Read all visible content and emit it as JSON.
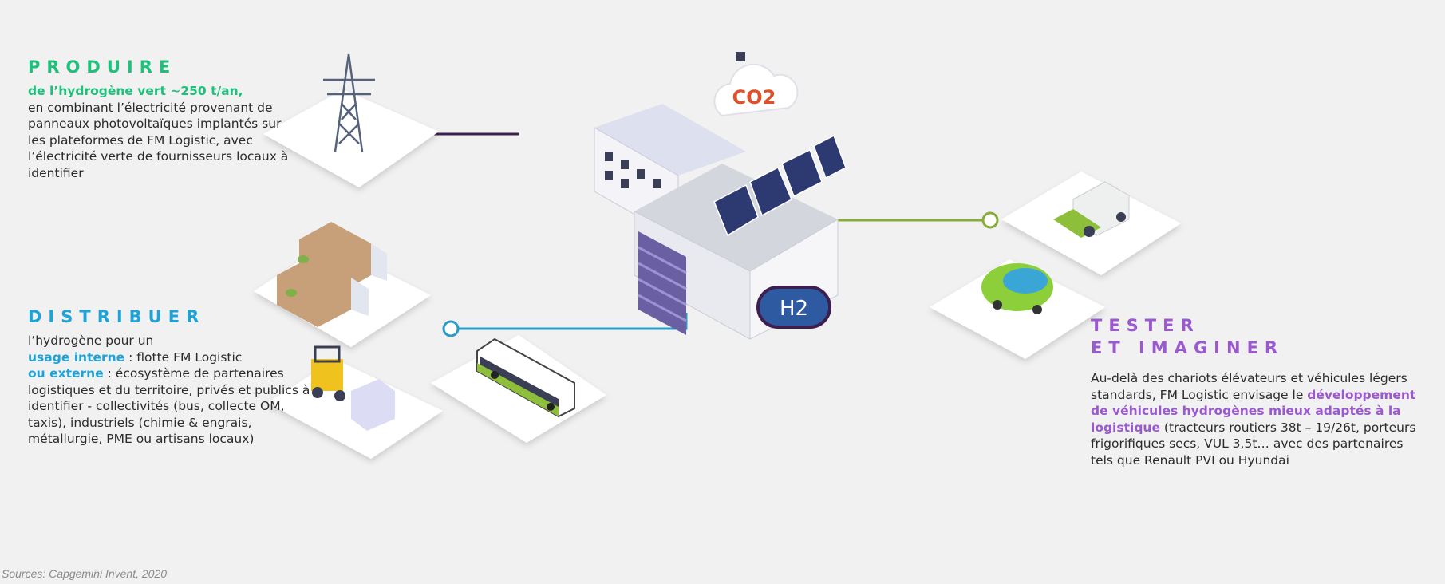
{
  "produire": {
    "heading": "PRODUIRE",
    "highlight": "de l’hydrogène vert ~250 t/an,",
    "body": "en combinant l’électricité provenant de panneaux photovoltaïques implantés sur les plateformes de FM Logistic, avec l’électricité verte de fournisseurs locaux à identifier"
  },
  "distribuer": {
    "heading": "DISTRIBUER",
    "intro": "l’hydrogène pour un",
    "highlight1": "usage interne",
    "text1": " : flotte FM Logistic",
    "highlight2": "ou externe",
    "text2": " : écosystème de partenaires logistiques et du territoire, privés et publics à identifier - collectivités (bus, collecte OM, taxis), industriels (chimie & engrais, métallurgie, PME ou artisans locaux)"
  },
  "tester": {
    "heading_line1": "TESTER",
    "heading_line2": "ET IMAGINER",
    "intro": "Au-delà des chariots élévateurs et véhicules légers standards, FM Logistic envisage le ",
    "highlight": "développement de véhicules hydrogènes mieux adaptés à la logistique",
    "body": " (tracteurs routiers 38t – 19/26t, porteurs frigorifiques secs, VUL 3,5t… avec des partenaires tels que Renault PVI ou Hyundai"
  },
  "illustration": {
    "co2_label": "CO2",
    "h2_label": "H2",
    "icons": [
      "power-pylon-icon",
      "truck-icon",
      "forklift-icon",
      "bus-icon",
      "harvester-icon",
      "car-icon",
      "warehouse-icon",
      "co2-cloud-icon"
    ]
  },
  "colors": {
    "produire": "#1fbf7c",
    "distribuer": "#1ea3d6",
    "tester": "#9b59d0",
    "connector_purple": "#3d1f4f",
    "connector_green": "#86ad3a"
  },
  "source": "Sources: Capgemini Invent, 2020"
}
